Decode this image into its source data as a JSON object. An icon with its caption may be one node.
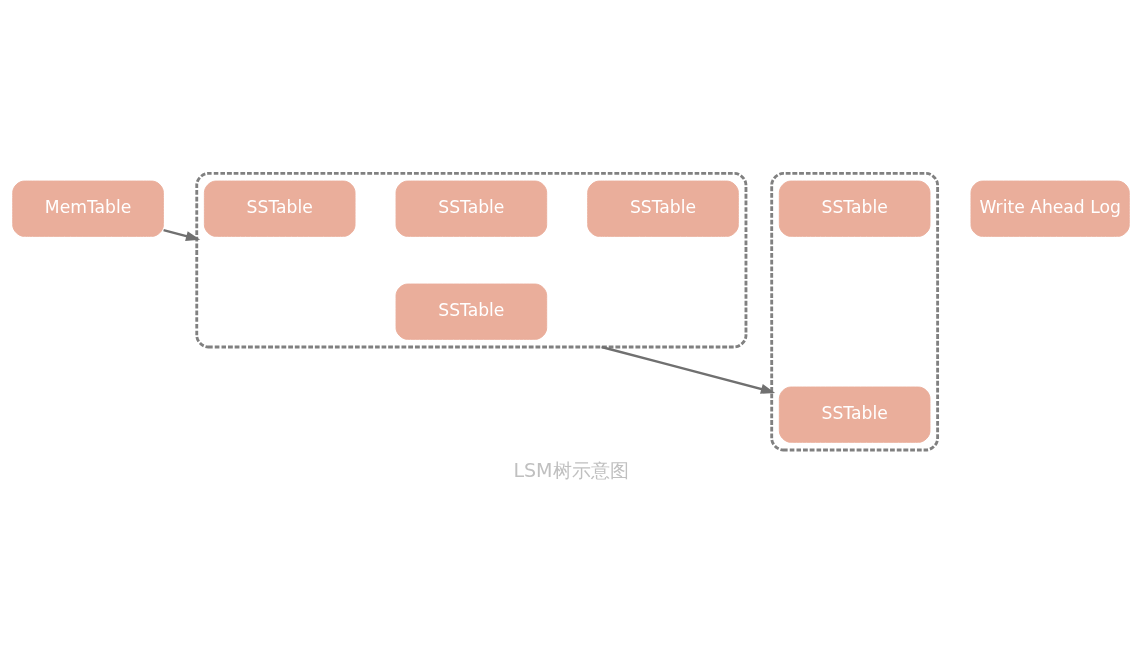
{
  "diagram": {
    "caption": "LSM树示意图",
    "nodes": [
      {
        "text": [
          "MemTable"
        ]
      },
      {
        "text": [
          "Write Ahead Log"
        ]
      },
      {
        "text": [],
        "shape": "box"
      },
      {
        "text": [
          "SSTable"
        ],
        "in": 2
      },
      {
        "text": [
          "SSTable"
        ],
        "in": 2
      },
      {
        "text": [
          "SSTable"
        ],
        "in": 2
      },
      {
        "text": [
          "SSTable"
        ],
        "in": 2
      },
      {
        "text": [],
        "shape": "box"
      },
      {
        "text": [
          "SSTable"
        ],
        "in": 7
      },
      {
        "text": [
          "SSTable"
        ],
        "in": 7
      }
    ],
    "edges": [
      {
        "from": 0,
        "to": 2,
        "arrow": "to"
      },
      {
        "from": 2,
        "to": 7,
        "arrow": "to"
      }
    ]
  }
}
